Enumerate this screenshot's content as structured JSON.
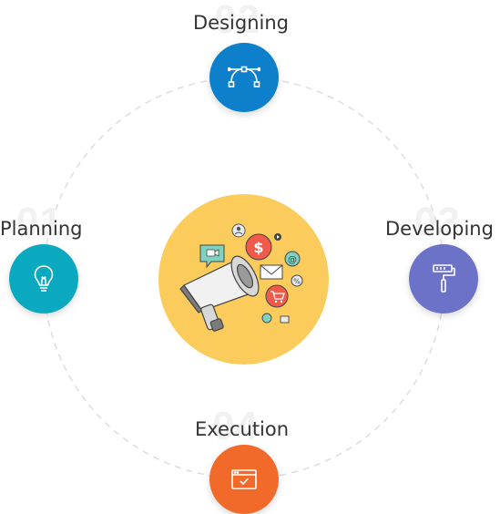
{
  "steps": [
    {
      "key": "planning",
      "number": "01",
      "title": "Planning",
      "color": "#0aa9c0",
      "icon": "lightbulb-icon"
    },
    {
      "key": "designing",
      "number": "02",
      "title": "Designing",
      "color": "#0d7fcb",
      "icon": "bezier-curve-icon"
    },
    {
      "key": "developing",
      "number": "03",
      "title": "Developing",
      "color": "#6c72c8",
      "icon": "paint-roller-icon"
    },
    {
      "key": "execution",
      "number": "04",
      "title": "Execution",
      "color": "#f26a2a",
      "icon": "browser-check-icon"
    }
  ],
  "center": {
    "icon": "megaphone-marketing-icon",
    "color": "#fbcb5c"
  },
  "ring_color": "#dddddd"
}
